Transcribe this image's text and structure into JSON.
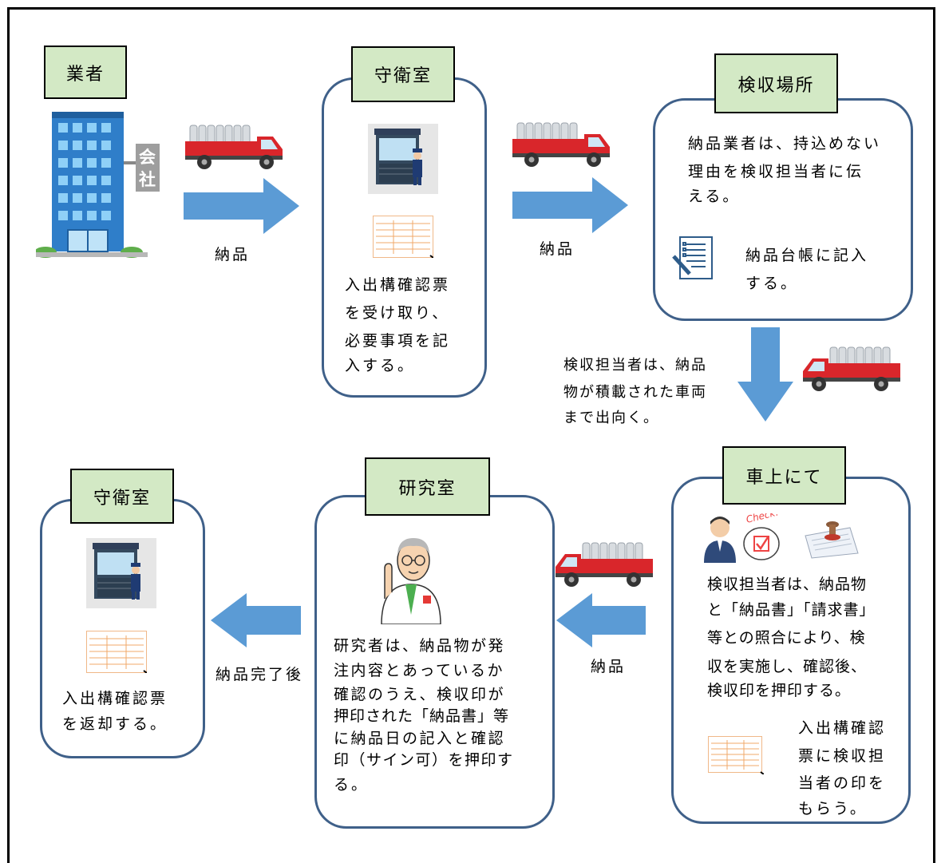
{
  "vendor": {
    "label": "業者",
    "sign": "会社"
  },
  "arrow1_label": "納品",
  "guard1": {
    "label": "守衛室",
    "lines": [
      "入出構確認票",
      "を受け取り、",
      "必要事項を記",
      "入する。"
    ]
  },
  "arrow2_label": "納品",
  "inspection_place": {
    "label": "検収場所",
    "lines": [
      "納品業者は、持込めない",
      "理由を検収担当者に伝",
      "える。"
    ],
    "ledger_lines": [
      "納品台帳に記入",
      "する。"
    ]
  },
  "down_note": [
    "検収担当者は、納品",
    "物が積載された車両",
    "まで出向く。"
  ],
  "on_vehicle": {
    "label": "車上にて",
    "check_text": "Check!",
    "lines": [
      "検収担当者は、納品物",
      "と「納品書」「請求書」",
      "等との照合により、検",
      "収を実施し、確認後、",
      "検収印を押印する。"
    ],
    "slip_lines": [
      "入出構確認",
      "票に検収担",
      "当者の印を",
      "もらう。"
    ]
  },
  "arrow3_label": "納品",
  "lab": {
    "label": "研究室",
    "lines": [
      "研究者は、納品物が発",
      "注内容とあっているか",
      "確認のうえ、検収印が",
      "押印された「納品書」等",
      "に納品日の記入と確認",
      "印（サイン可）を押印す",
      "る。"
    ]
  },
  "arrow4_label": "納品完了後",
  "guard2": {
    "label": "守衛室",
    "lines": [
      "入出構確認票",
      "を返却する。"
    ]
  },
  "colors": {
    "label_fill": "#d3e9c5",
    "box_border": "#3f6089",
    "arrow": "#5b9bd5",
    "truck": "#d9262b"
  }
}
